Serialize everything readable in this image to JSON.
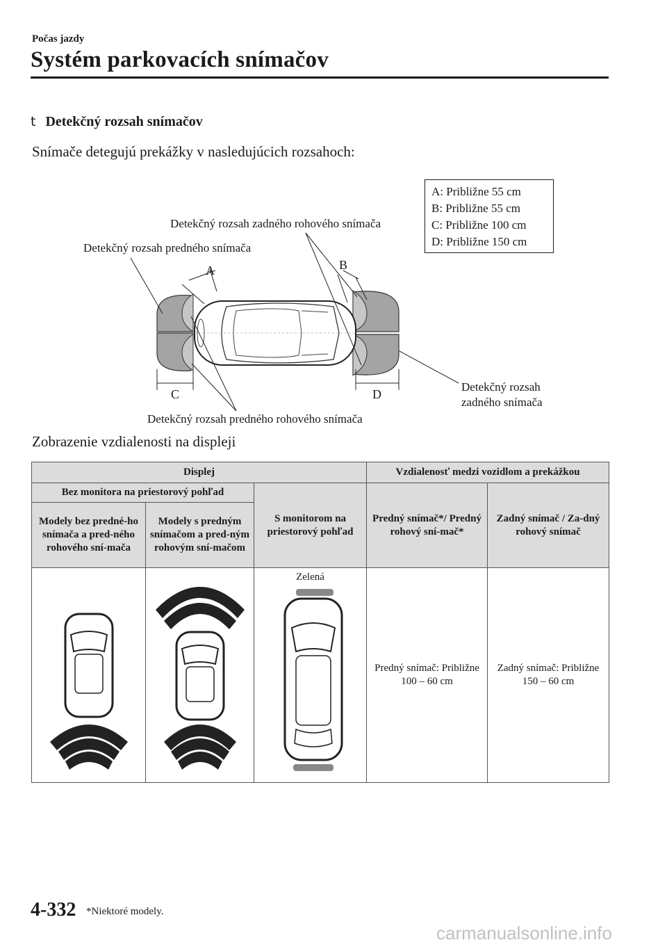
{
  "header": {
    "section": "Počas jazdy",
    "title": "Systém parkovacích snímačov"
  },
  "subsection": {
    "bullet": "t",
    "title": "Detekčný rozsah snímačov",
    "intro": "Snímače detegujú prekážky v nasledujúcich rozsahoch:"
  },
  "diagram": {
    "label_rear_corner_top": "Detekčný rozsah zadného rohového snímača",
    "label_front_sensor": "Detekčný rozsah predného snímača",
    "label_rear_sensor_line1": "Detekčný rozsah",
    "label_rear_sensor_line2": "zadného snímača",
    "label_front_corner_bottom": "Detekčný rozsah predného rohového snímača",
    "marker_a": "A",
    "marker_b": "B",
    "marker_c": "C",
    "marker_d": "D",
    "legend": [
      "A: Približne 55 cm",
      "B: Približne 55 cm",
      "C: Približne 100 cm",
      "D: Približne 150 cm"
    ]
  },
  "display_heading": "Zobrazenie vzdialenosti na displeji",
  "table": {
    "col_display": "Displej",
    "col_distance": "Vzdialenosť medzi vozidlom a prekážkou",
    "without_monitor": "Bez monitora na priestorový pohľad",
    "models_without_front": "Modely bez predné-ho snímača a pred-ného rohového sní-mača",
    "models_with_front": "Modely s predným snímačom a pred-ným rohovým sní-mačom",
    "with_monitor": "S monitorom na priestorový pohľad",
    "front_sensor_header": "Predný snímač*/ Predný rohový sní-mač*",
    "rear_sensor_header": "Zadný snímač / Za-dný rohový snímač",
    "color_label": "Zelená",
    "front_value": "Predný snímač: Približne 100 – 60 cm",
    "rear_value": "Zadný snímač: Približne 150 – 60 cm"
  },
  "footer": {
    "page_number": "4-332",
    "footnote": "*Niektoré modely.",
    "watermark": "carmanualsonline.info"
  }
}
